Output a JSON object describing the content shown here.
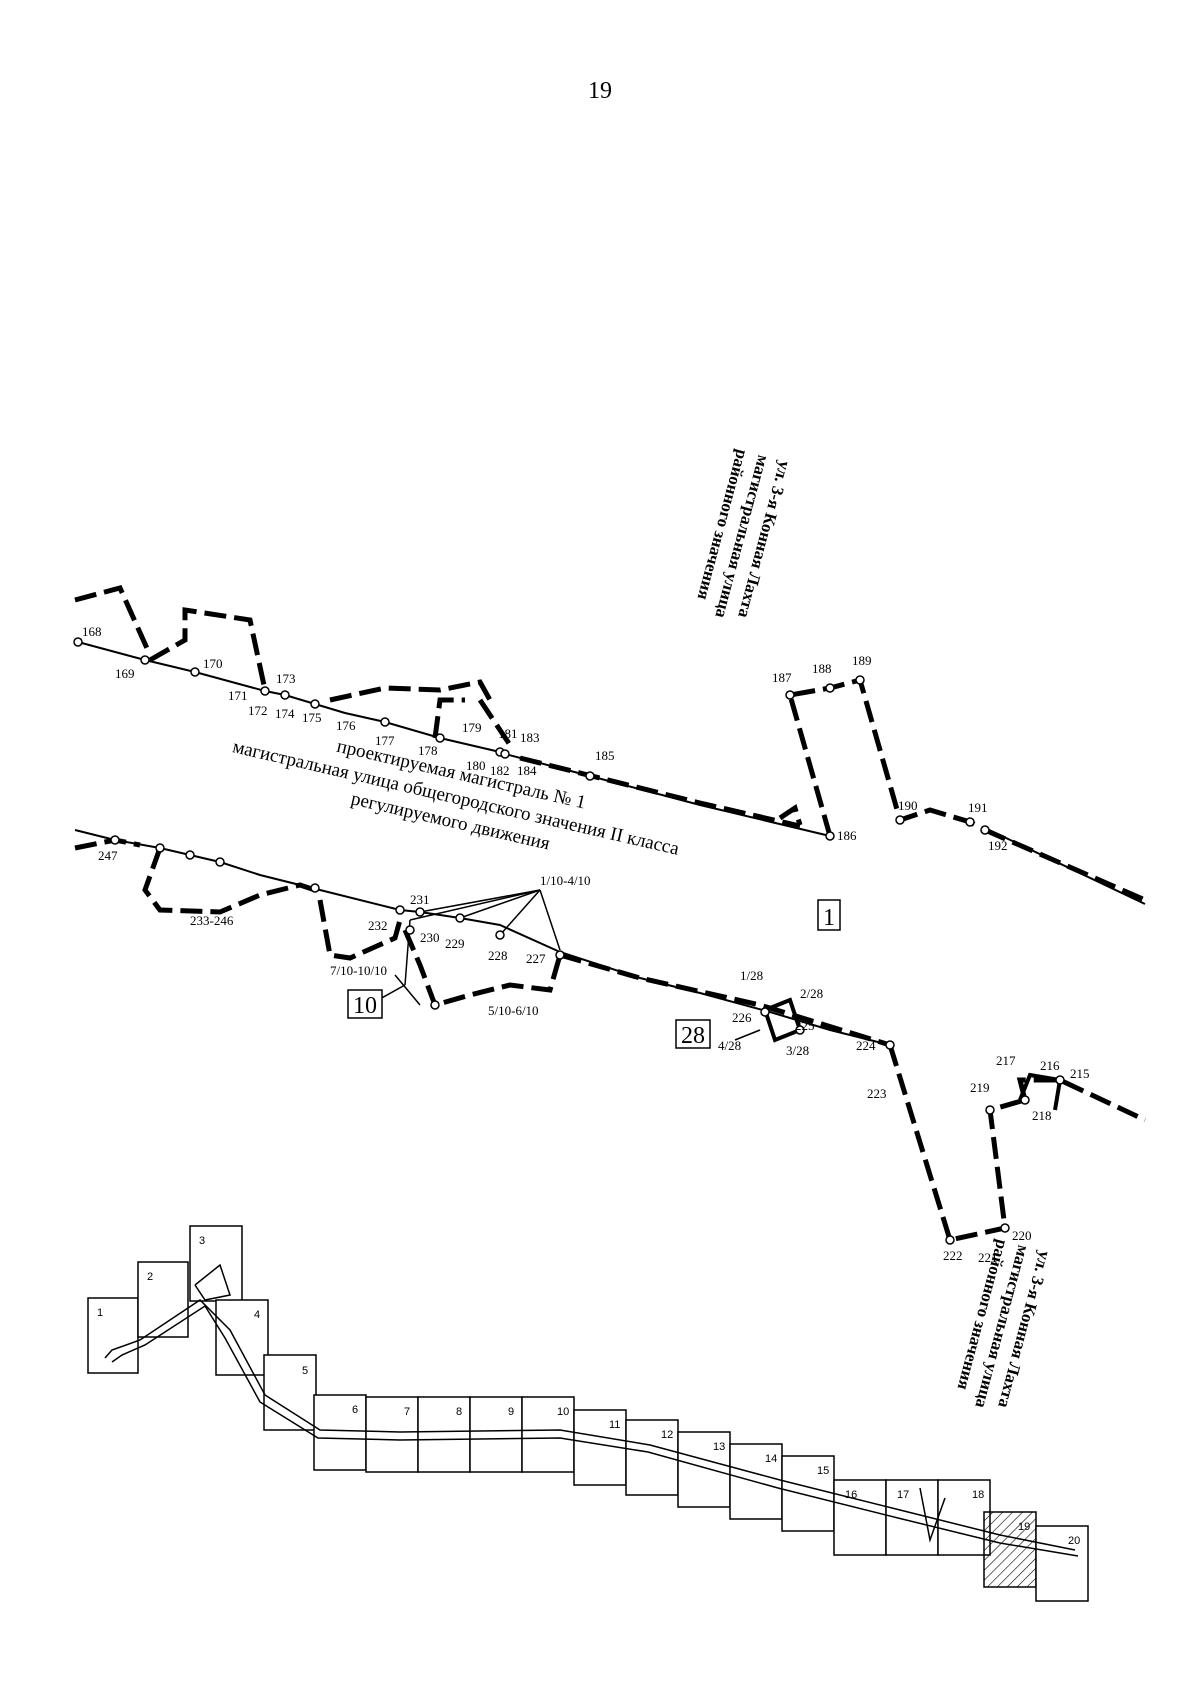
{
  "page": {
    "number": "19"
  },
  "map": {
    "main_road_label": {
      "line1": "проектируемая магистраль № 1",
      "line2": "магистральная улица общегородского значения II класса",
      "line3": "регулируемого движения"
    },
    "north_street_label": {
      "line1": "ул. 3-я Конная Лахта",
      "line2": "магистральная улица",
      "line3": "районного значения"
    },
    "south_street_label": {
      "line1": "ул. 3-я Конная Лахта",
      "line2": "магистральная улица",
      "line3": "районного значения"
    },
    "zone_boxes": [
      "1",
      "10",
      "28"
    ],
    "point_labels": [
      "168",
      "169",
      "170",
      "171",
      "172",
      "173",
      "174",
      "175",
      "176",
      "177",
      "178",
      "179",
      "180",
      "181",
      "182",
      "183",
      "184",
      "185",
      "186",
      "187",
      "188",
      "189",
      "190",
      "191",
      "192",
      "247",
      "233-246",
      "232",
      "231",
      "230",
      "229",
      "228",
      "227",
      "226",
      "225",
      "224",
      "223",
      "222",
      "221",
      "220",
      "219",
      "218",
      "217",
      "216",
      "215",
      "1/10-4/10",
      "7/10-10/10",
      "5/10-6/10",
      "1/28",
      "2/28",
      "3/28",
      "4/28"
    ],
    "sheets": [
      "1",
      "2",
      "3",
      "4",
      "5",
      "6",
      "7",
      "8",
      "9",
      "10",
      "11",
      "12",
      "13",
      "14",
      "15",
      "16",
      "17",
      "18",
      "19",
      "20"
    ],
    "highlighted_sheet": "19"
  }
}
